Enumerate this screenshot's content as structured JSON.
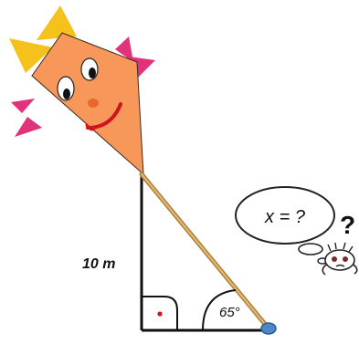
{
  "labels": {
    "height": "10 m",
    "angle": "65°",
    "bubble_text": "x = ?",
    "question_mark": "?"
  },
  "icons": {
    "kite": "kite-face-icon",
    "thinker": "confused-character-icon",
    "right_angle": "right-angle-marker"
  },
  "colors": {
    "kite_fill": "#f7975a",
    "bows": "#f4c21b",
    "corner_ribbons": "#e0337a",
    "string": "#d2a35b",
    "line": "#111111",
    "anchor": "#4f86c6",
    "right_angle_dot": "#d0141c"
  }
}
